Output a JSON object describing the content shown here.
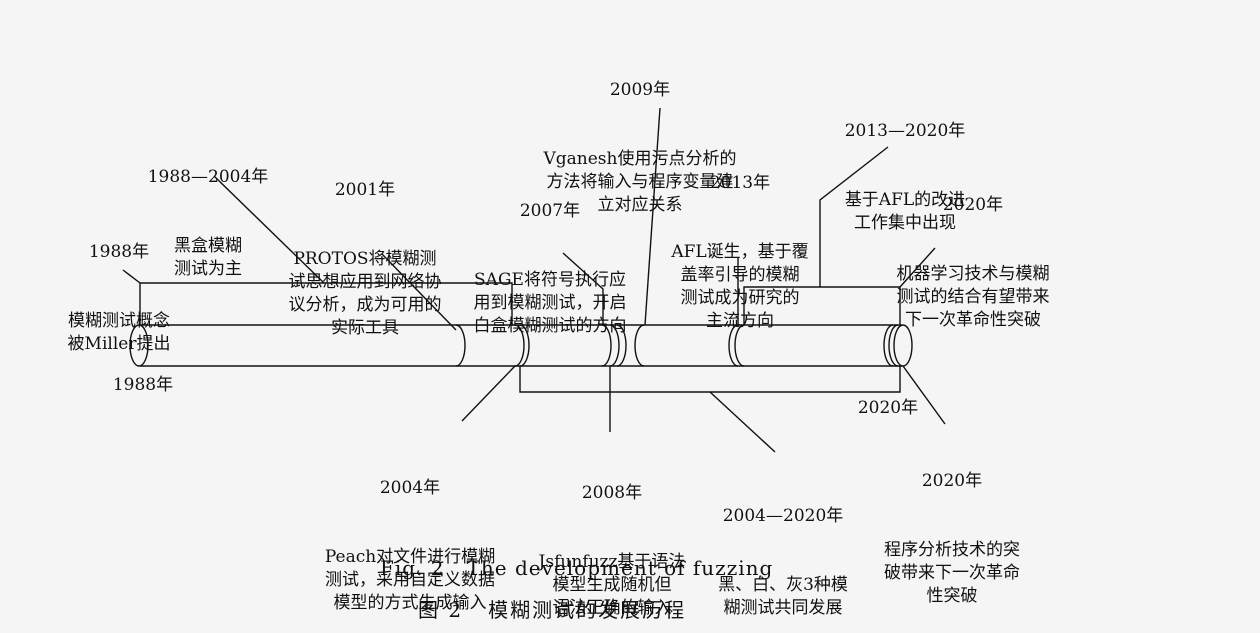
{
  "events": [
    {
      "id": "e1988",
      "year": "1988年",
      "text": "模糊测试概念\n被Miller提出"
    },
    {
      "id": "e1988_2004",
      "year": "1988—2004年",
      "text": "黑盒模糊\n测试为主"
    },
    {
      "id": "e2001",
      "year": "2001年",
      "text": "PROTOS将模糊测\n试思想应用到网络协\n议分析，成为可用的\n实际工具"
    },
    {
      "id": "e2007",
      "year": "2007年",
      "text": "SAGE将符号执行应\n用到模糊测试，开启\n白盒模糊测试的方向"
    },
    {
      "id": "e2009",
      "year": "2009年",
      "text": "Vganesh使用污点分析的\n方法将输入与程序变量建\n立对应关系"
    },
    {
      "id": "e2013",
      "year": "2013年",
      "text": "AFL诞生，基于覆\n盖率引导的模糊\n测试成为研究的\n主流方向"
    },
    {
      "id": "e2013_2020",
      "year": "2013—2020年",
      "text": "基于AFL的改进\n工作集中出现"
    },
    {
      "id": "e2020ml",
      "year": "2020年",
      "text": "机器学习技术与模糊\n测试的结合有望带来\n下一次革命性突破"
    },
    {
      "id": "e2004",
      "year": "2004年",
      "text": "Peach对文件进行模糊\n测试，采用自定义数据\n模型的方式生成输入"
    },
    {
      "id": "e2008",
      "year": "2008年",
      "text": "Jsfunfuzz基于语法\n模型生成随机但\n语法正确的输入"
    },
    {
      "id": "e2004_2020",
      "year": "2004—2020年",
      "text": "黑、白、灰3种模\n糊测试共同发展"
    },
    {
      "id": "e2020pa",
      "year": "2020年",
      "text": "程序分析技术的突\n破带来下一次革命\n性突破"
    }
  ],
  "axis": {
    "start_label": "1988年",
    "end_label": "2020年"
  },
  "caption": {
    "en": "Fig. 2   The development of fuzzing",
    "zh": "图 2   模糊测试的发展历程"
  }
}
